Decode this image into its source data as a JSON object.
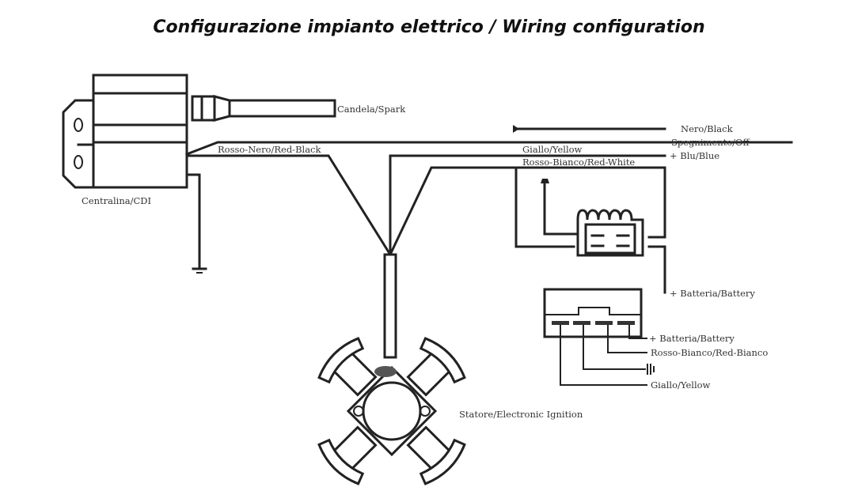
{
  "title": "Configurazione impianto elettrico / Wiring configuration",
  "components": {
    "cdi": "Centralina/CDI",
    "spark": "Candela/Spark",
    "stator": "Statore/Electronic Ignition",
    "regulator_battery": "+ Batteria/Battery"
  },
  "wires": {
    "red_black": "Rosso-Nero/Red-Black",
    "black": "Nero/Black",
    "off": "Spegnimento/Off",
    "blue": "+ Blu/Blue",
    "yellow": "Giallo/Yellow",
    "red_white": "Rosso-Bianco/Red-White"
  },
  "connector_pins": {
    "battery": "+ Batteria/Battery",
    "red_white": "Rosso-Bianco/Red-Bianco",
    "yellow": "Giallo/Yellow",
    "ground_symbol": "ground"
  }
}
